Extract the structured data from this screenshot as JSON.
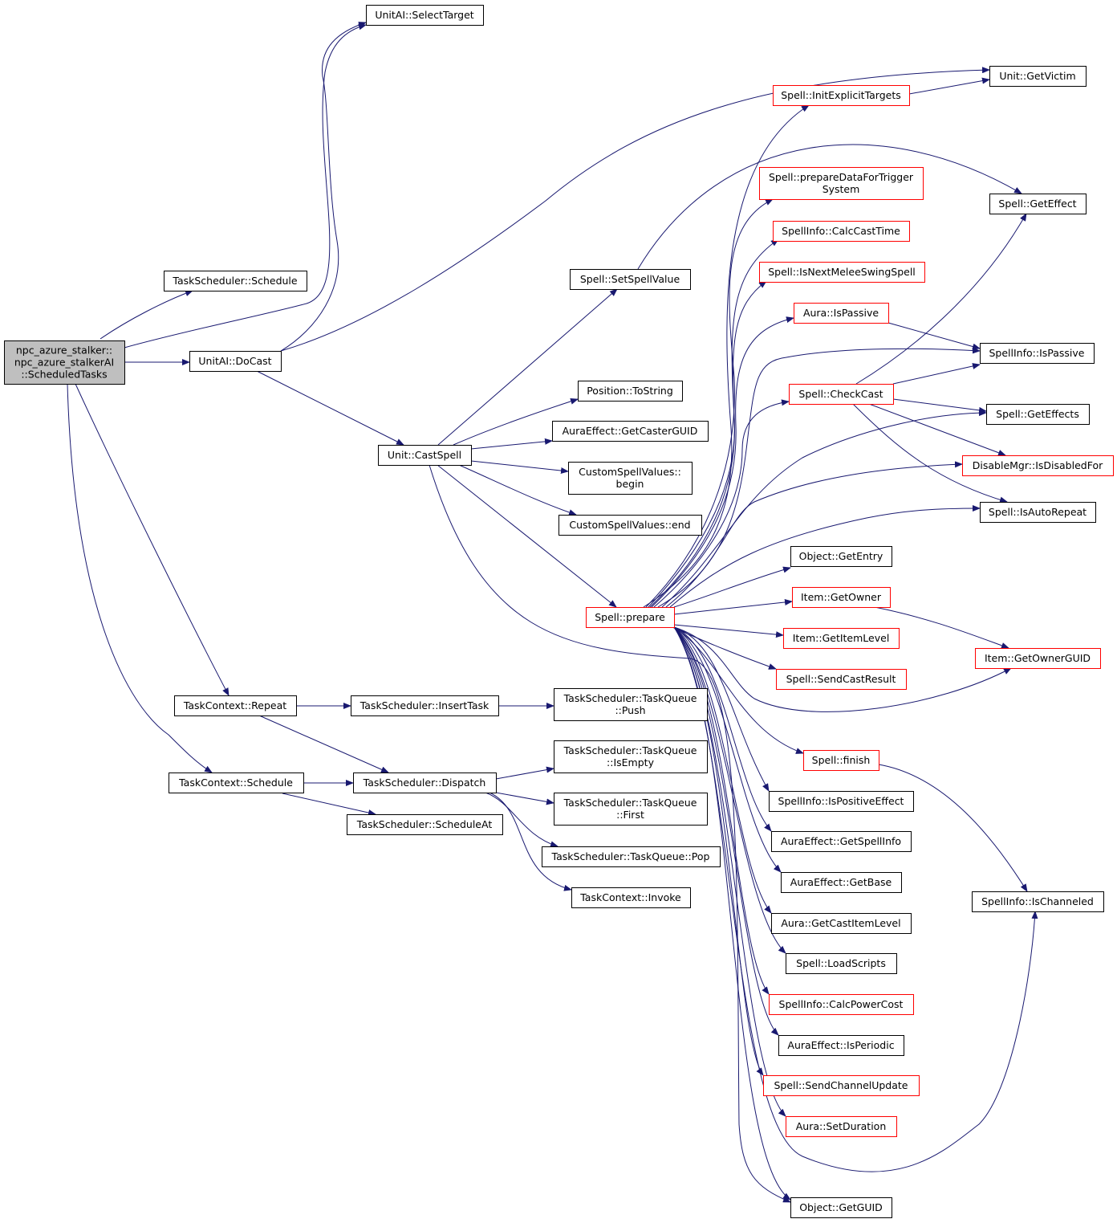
{
  "diagram": {
    "type": "call-graph",
    "colors": {
      "edge": "#191970",
      "node_border": "#000000",
      "node_border_incomplete": "#ff0000",
      "root_fill": "#bfbfbf"
    },
    "nodes": [
      {
        "id": "root",
        "lines": [
          "npc_azure_stalker::",
          "npc_azure_stalkerAI",
          "::ScheduledTasks"
        ],
        "root": true
      },
      {
        "id": "selecttarget",
        "lines": [
          "UnitAI::SelectTarget"
        ]
      },
      {
        "id": "ts_schedule",
        "lines": [
          "TaskScheduler::Schedule"
        ]
      },
      {
        "id": "docast",
        "lines": [
          "UnitAI::DoCast"
        ]
      },
      {
        "id": "castspell",
        "lines": [
          "Unit::CastSpell"
        ]
      },
      {
        "id": "tc_repeat",
        "lines": [
          "TaskContext::Repeat"
        ]
      },
      {
        "id": "tc_schedule",
        "lines": [
          "TaskContext::Schedule"
        ]
      },
      {
        "id": "inserttask",
        "lines": [
          "TaskScheduler::InsertTask"
        ]
      },
      {
        "id": "dispatch",
        "lines": [
          "TaskScheduler::Dispatch"
        ]
      },
      {
        "id": "scheduleat",
        "lines": [
          "TaskScheduler::ScheduleAt"
        ]
      },
      {
        "id": "tq_push",
        "lines": [
          "TaskScheduler::TaskQueue",
          "::Push"
        ]
      },
      {
        "id": "tq_isempty",
        "lines": [
          "TaskScheduler::TaskQueue",
          "::IsEmpty"
        ]
      },
      {
        "id": "tq_first",
        "lines": [
          "TaskScheduler::TaskQueue",
          "::First"
        ]
      },
      {
        "id": "tq_pop",
        "lines": [
          "TaskScheduler::TaskQueue::Pop"
        ]
      },
      {
        "id": "tc_invoke",
        "lines": [
          "TaskContext::Invoke"
        ]
      },
      {
        "id": "setspellvalue",
        "lines": [
          "Spell::SetSpellValue"
        ]
      },
      {
        "id": "tostring",
        "lines": [
          "Position::ToString"
        ]
      },
      {
        "id": "getcasterguid",
        "lines": [
          "AuraEffect::GetCasterGUID"
        ]
      },
      {
        "id": "csv_begin",
        "lines": [
          "CustomSpellValues::",
          "begin"
        ]
      },
      {
        "id": "csv_end",
        "lines": [
          "CustomSpellValues::end"
        ]
      },
      {
        "id": "prepare",
        "lines": [
          "Spell::prepare"
        ],
        "red": true
      },
      {
        "id": "initexplicit",
        "lines": [
          "Spell::InitExplicitTargets"
        ],
        "red": true
      },
      {
        "id": "preparedata",
        "lines": [
          "Spell::prepareDataForTrigger",
          "System"
        ],
        "red": true
      },
      {
        "id": "calccasttime",
        "lines": [
          "SpellInfo::CalcCastTime"
        ],
        "red": true
      },
      {
        "id": "isnextmelee",
        "lines": [
          "Spell::IsNextMeleeSwingSpell"
        ],
        "red": true
      },
      {
        "id": "aura_ispassive",
        "lines": [
          "Aura::IsPassive"
        ],
        "red": true
      },
      {
        "id": "checkcast",
        "lines": [
          "Spell::CheckCast"
        ],
        "red": true
      },
      {
        "id": "getentry",
        "lines": [
          "Object::GetEntry"
        ]
      },
      {
        "id": "getowner",
        "lines": [
          "Item::GetOwner"
        ],
        "red": true
      },
      {
        "id": "getitemlevel",
        "lines": [
          "Item::GetItemLevel"
        ],
        "red": true
      },
      {
        "id": "sendcastresult",
        "lines": [
          "Spell::SendCastResult"
        ],
        "red": true
      },
      {
        "id": "finish",
        "lines": [
          "Spell::finish"
        ],
        "red": true
      },
      {
        "id": "ispositive",
        "lines": [
          "SpellInfo::IsPositiveEffect"
        ]
      },
      {
        "id": "ae_getspellinfo",
        "lines": [
          "AuraEffect::GetSpellInfo"
        ]
      },
      {
        "id": "ae_getbase",
        "lines": [
          "AuraEffect::GetBase"
        ]
      },
      {
        "id": "getcastitemlevel",
        "lines": [
          "Aura::GetCastItemLevel"
        ]
      },
      {
        "id": "loadscripts",
        "lines": [
          "Spell::LoadScripts"
        ]
      },
      {
        "id": "calcpowercost",
        "lines": [
          "SpellInfo::CalcPowerCost"
        ],
        "red": true
      },
      {
        "id": "isperiodic",
        "lines": [
          "AuraEffect::IsPeriodic"
        ]
      },
      {
        "id": "sendchannel",
        "lines": [
          "Spell::SendChannelUpdate"
        ],
        "red": true
      },
      {
        "id": "setduration",
        "lines": [
          "Aura::SetDuration"
        ],
        "red": true
      },
      {
        "id": "getguid",
        "lines": [
          "Object::GetGUID"
        ]
      },
      {
        "id": "getvictim",
        "lines": [
          "Unit::GetVictim"
        ]
      },
      {
        "id": "geteffect",
        "lines": [
          "Spell::GetEffect"
        ]
      },
      {
        "id": "si_ispassive",
        "lines": [
          "SpellInfo::IsPassive"
        ]
      },
      {
        "id": "geteffects",
        "lines": [
          "Spell::GetEffects"
        ]
      },
      {
        "id": "isdisabledfor",
        "lines": [
          "DisableMgr::IsDisabledFor"
        ],
        "red": true
      },
      {
        "id": "isautorepeat",
        "lines": [
          "Spell::IsAutoRepeat"
        ]
      },
      {
        "id": "getownerguid",
        "lines": [
          "Item::GetOwnerGUID"
        ],
        "red": true
      },
      {
        "id": "ischanneled",
        "lines": [
          "SpellInfo::IsChanneled"
        ]
      }
    ]
  }
}
